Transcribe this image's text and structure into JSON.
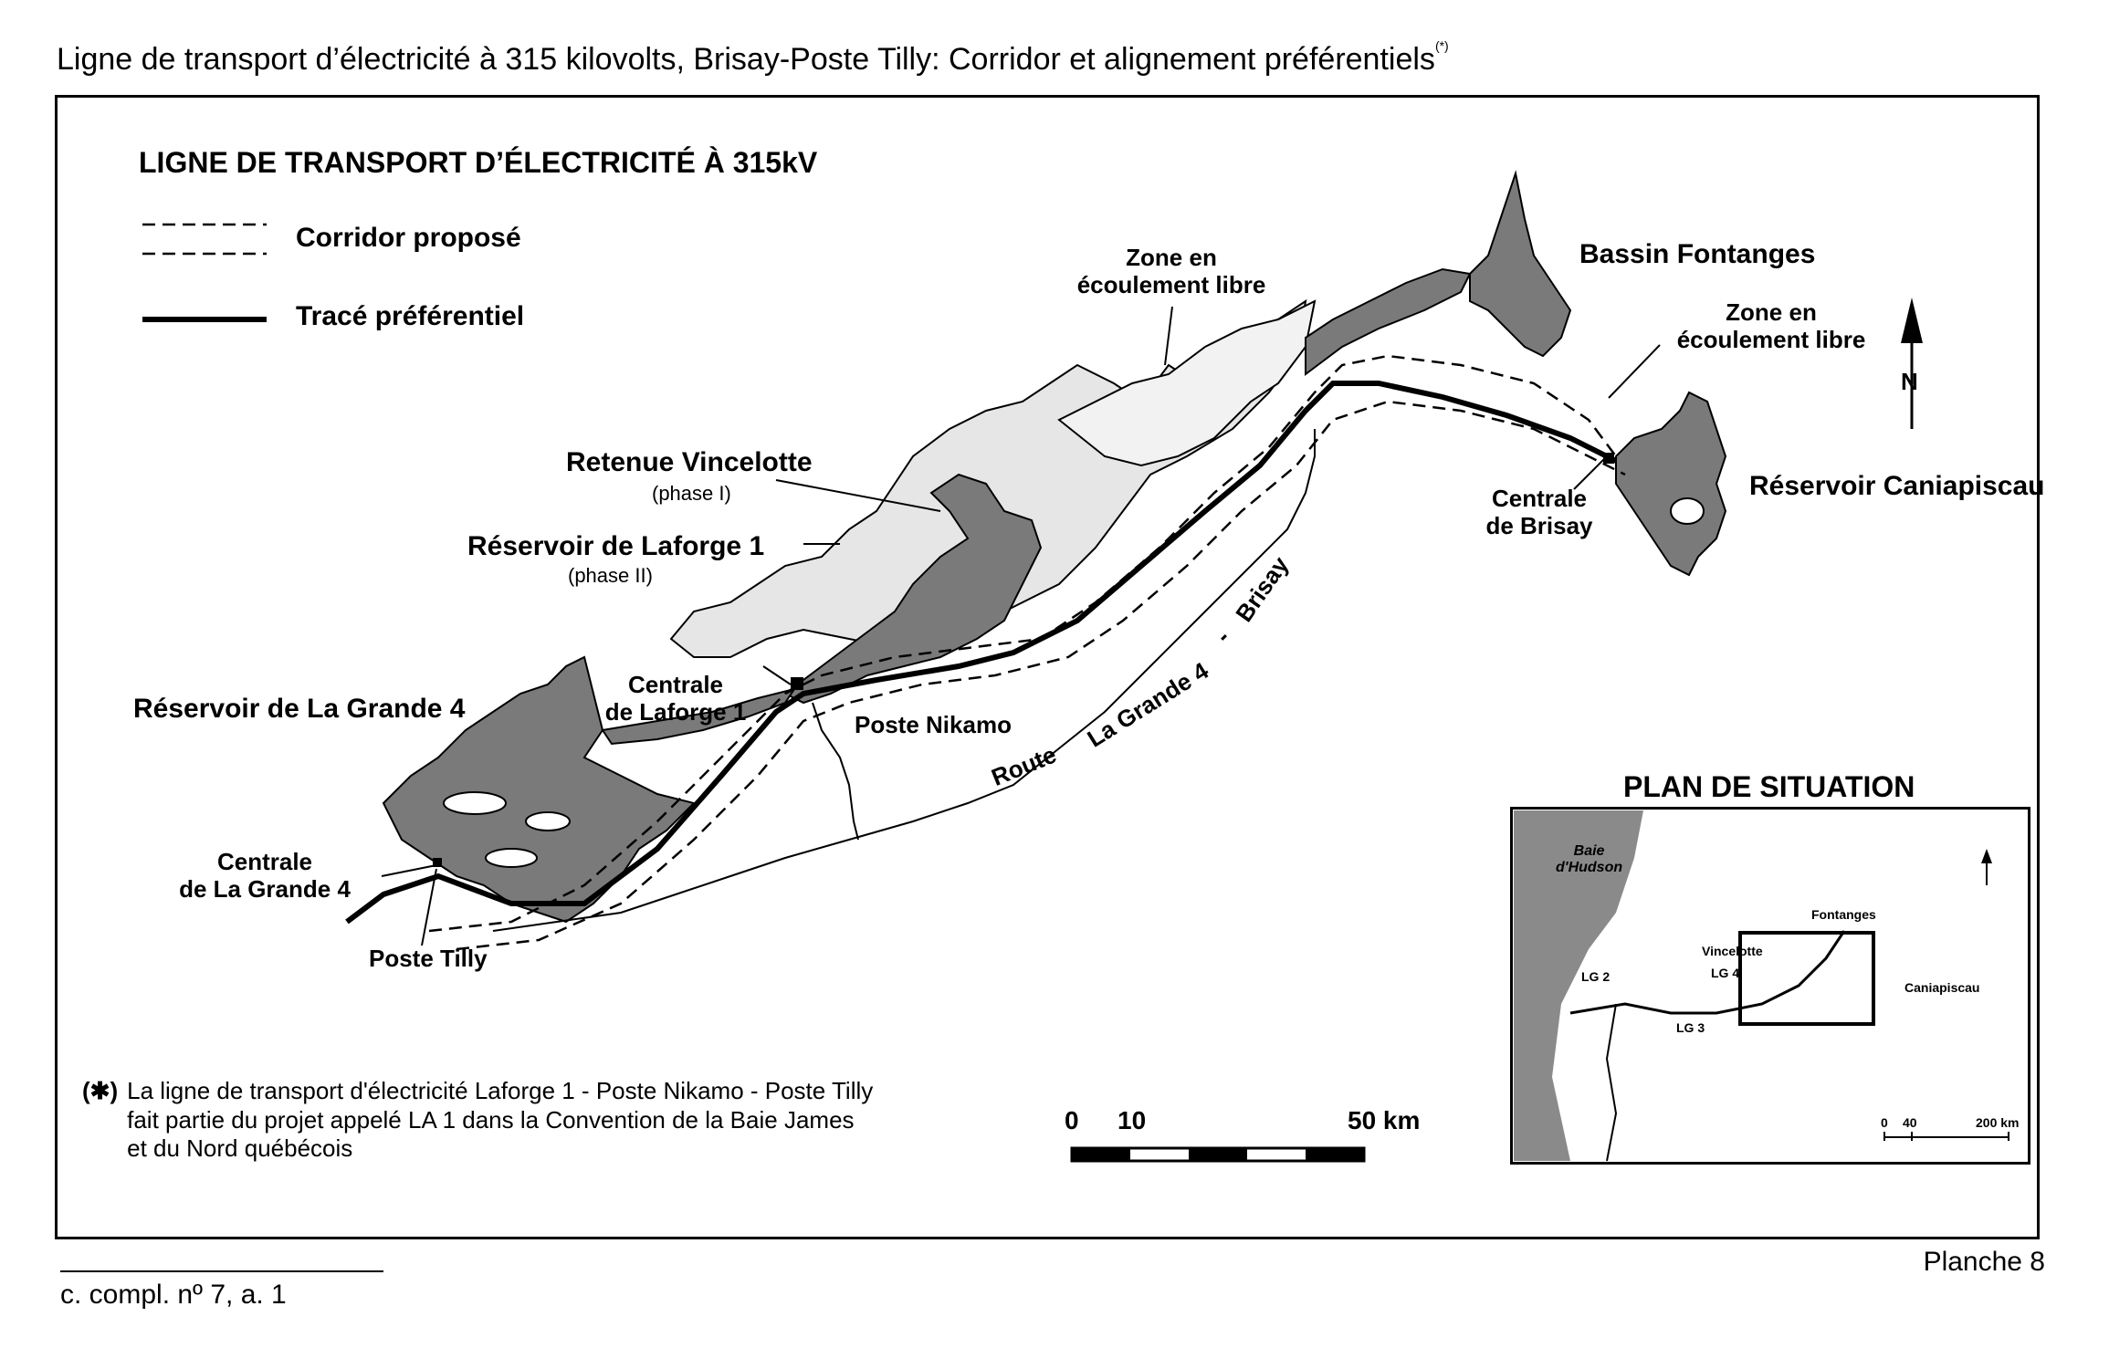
{
  "title": "Ligne de transport d’électricité à 315 kilovolts,  Brisay-Poste Tilly: Corridor et alignement préférentiels",
  "title_note_mark": "(*)",
  "legend": {
    "heading": "LIGNE DE TRANSPORT D’ÉLECTRICITÉ À 315kV",
    "corridor": "Corridor proposé",
    "trace": "Tracé préférentiel"
  },
  "labels": {
    "zone_libre_1_line1": "Zone en",
    "zone_libre_1_line2": "écoulement libre",
    "bassin_fontanges": "Bassin Fontanges",
    "zone_libre_2_line1": "Zone en",
    "zone_libre_2_line2": "écoulement libre",
    "reservoir_caniapiscau": "Réservoir Caniapiscau",
    "centrale_brisay_line1": "Centrale",
    "centrale_brisay_line2": "de Brisay",
    "retenue_vincelotte": "Retenue Vincelotte",
    "phase_1": "(phase I)",
    "reservoir_laforge": "Réservoir de Laforge 1",
    "phase_2": "(phase II)",
    "centrale_laforge_line1": "Centrale",
    "centrale_laforge_line2": "de Laforge 1",
    "poste_nikamo": "Poste Nikamo",
    "reservoir_lg4": "Réservoir de La Grande 4",
    "centrale_lg4_line1": "Centrale",
    "centrale_lg4_line2": "de La Grande 4",
    "poste_tilly": "Poste Tilly",
    "route": [
      "Route",
      "La Grande 4",
      "-",
      "Brisay"
    ]
  },
  "north_symbol": "N",
  "footnote": {
    "mark": "(✱)",
    "line1": "La ligne de transport d'électricité Laforge 1 - Poste Nikamo - Poste Tilly",
    "line2": "fait partie du projet appelé LA 1 dans la Convention de la Baie James",
    "line3": "et du Nord québécois"
  },
  "scale": {
    "tick_0": "0",
    "tick_10": "10",
    "tick_50": "50 km"
  },
  "situation": {
    "title": "PLAN DE SITUATION",
    "baie_line1": "Baie",
    "baie_line2": "d'Hudson",
    "fontanges": "Fontanges",
    "vincelotte": "Vincelotte",
    "lg4": "LG 4",
    "lg2": "LG 2",
    "lg3": "LG 3",
    "caniapiscau": "Caniapiscau",
    "scale_0": "0",
    "scale_40": "40",
    "scale_200": "200 km"
  },
  "planche": "Planche 8",
  "reference": "c. compl. nº 7, a. 1",
  "colors": {
    "water_dark": "#7a7a7a",
    "water_light": "#e6e6e6",
    "ink": "#000000"
  }
}
